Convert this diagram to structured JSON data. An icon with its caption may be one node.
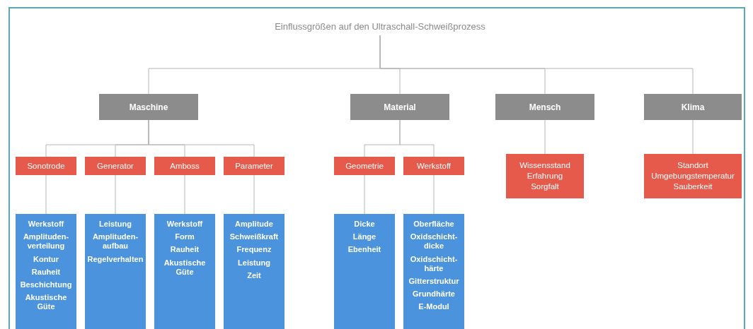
{
  "diagram": {
    "nodes": [
      {
        "text": [
          "Einflussgrößen auf den Ultraschall-Schweißprozess"
        ]
      },
      {
        "text": [
          "Maschine"
        ]
      },
      {
        "text": [
          "Material"
        ]
      },
      {
        "text": [
          "Mensch"
        ]
      },
      {
        "text": [
          "Klima"
        ]
      },
      {
        "text": [
          "Sonotrode"
        ]
      },
      {
        "text": [
          "Generator"
        ]
      },
      {
        "text": [
          "Amboss"
        ]
      },
      {
        "text": [
          "Parameter"
        ]
      },
      {
        "text": [
          "Geometrie"
        ]
      },
      {
        "text": [
          "Werkstoff"
        ]
      },
      {
        "text": [
          "Wissensstand",
          "Erfahrung",
          "Sorgfalt"
        ]
      },
      {
        "text": [
          "Standort",
          "Umgebungstemperatur",
          "Sauberkeit"
        ]
      },
      {
        "text": [
          "Werkstoff",
          "Amplituden- verteilung",
          "Kontur",
          "Rauheit",
          "Beschichtung",
          "Akustische Güte"
        ]
      },
      {
        "text": [
          "Leistung",
          "Amplituden- aufbau",
          "Regelverhalten"
        ]
      },
      {
        "text": [
          "Werkstoff",
          "Form",
          "Rauheit",
          "Akustische Güte"
        ]
      },
      {
        "text": [
          "Amplitude",
          "Schweißkraft",
          "Frequenz",
          "Leistung",
          "Zeit"
        ]
      },
      {
        "text": [
          "Dicke",
          "Länge",
          "Ebenheit"
        ]
      },
      {
        "text": [
          "Oberfläche",
          "Oxidschicht- dicke",
          "Oxidschicht- härte",
          "Gitterstruktur",
          "Grundhärte",
          "E-Modul"
        ]
      }
    ],
    "edges": [
      {
        "from": 0,
        "to": 1,
        "arrow": "none"
      },
      {
        "from": 0,
        "to": 2,
        "arrow": "none"
      },
      {
        "from": 0,
        "to": 3,
        "arrow": "none"
      },
      {
        "from": 0,
        "to": 4,
        "arrow": "none"
      },
      {
        "from": 1,
        "to": 5,
        "arrow": "none"
      },
      {
        "from": 1,
        "to": 6,
        "arrow": "none"
      },
      {
        "from": 1,
        "to": 7,
        "arrow": "none"
      },
      {
        "from": 1,
        "to": 8,
        "arrow": "none"
      },
      {
        "from": 2,
        "to": 9,
        "arrow": "none"
      },
      {
        "from": 2,
        "to": 10,
        "arrow": "none"
      },
      {
        "from": 3,
        "to": 11,
        "arrow": "none"
      },
      {
        "from": 4,
        "to": 12,
        "arrow": "none"
      },
      {
        "from": 5,
        "to": 13,
        "arrow": "none"
      },
      {
        "from": 6,
        "to": 14,
        "arrow": "none"
      },
      {
        "from": 7,
        "to": 15,
        "arrow": "none"
      },
      {
        "from": 8,
        "to": 16,
        "arrow": "none"
      },
      {
        "from": 9,
        "to": 17,
        "arrow": "none"
      },
      {
        "from": 10,
        "to": 18,
        "arrow": "none"
      }
    ]
  }
}
